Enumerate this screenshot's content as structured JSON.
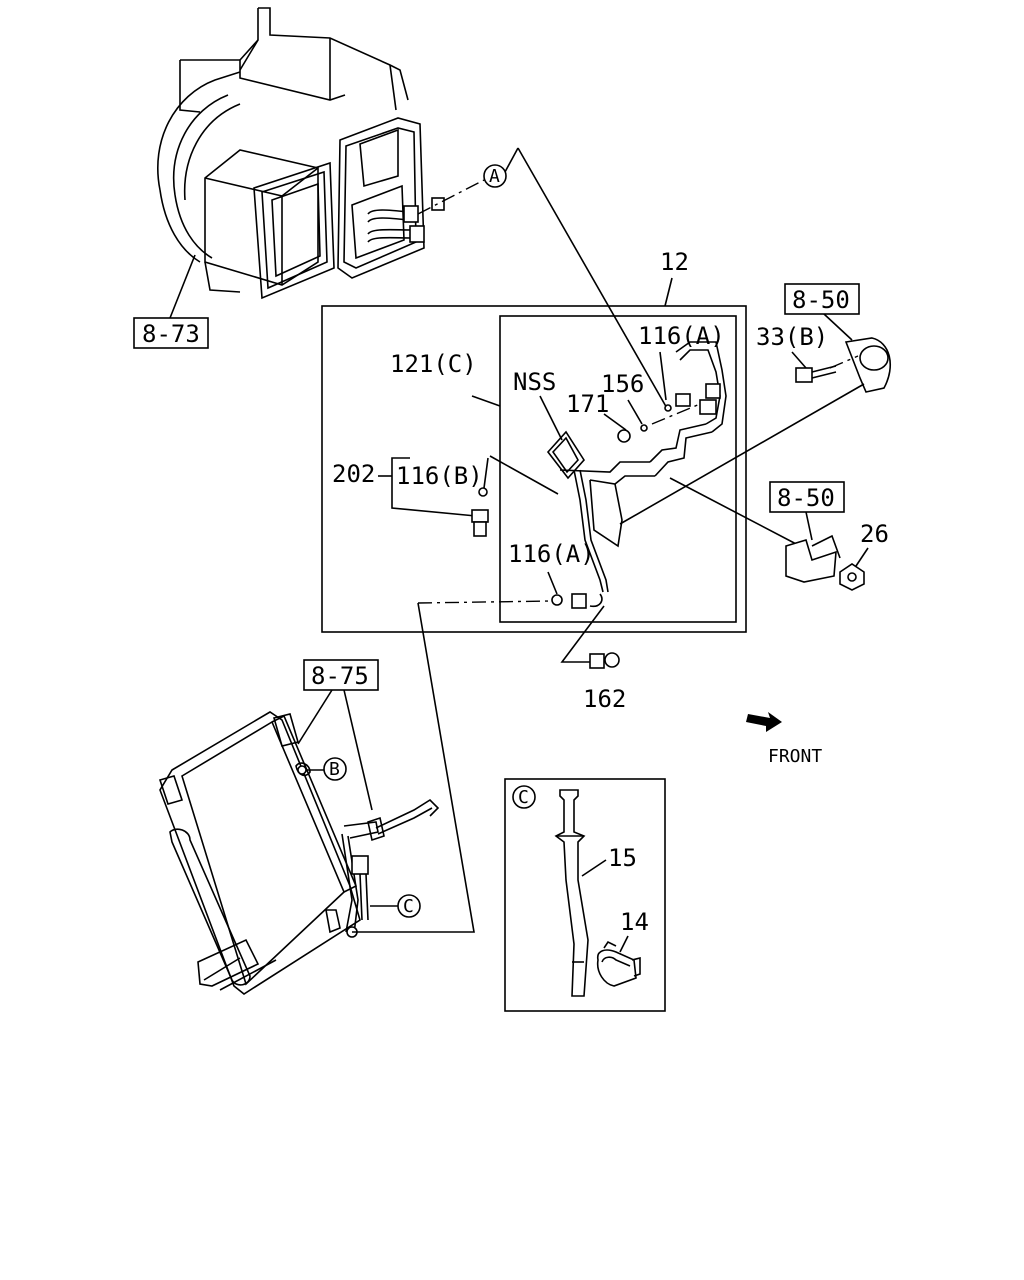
{
  "diagram": {
    "refs": {
      "r873": "8-73",
      "r850a": "8-50",
      "r850b": "8-50",
      "r875": "8-75"
    },
    "callouts": {
      "A": "A",
      "B": "B",
      "C": "C",
      "C_inset": "C"
    },
    "labels": {
      "p12": "12",
      "p116a_top": "116(A)",
      "p33b": "33(B)",
      "p121c": "121(C)",
      "nss": "NSS",
      "p156": "156",
      "p171": "171",
      "p202": "202",
      "p116b": "116(B)",
      "p26": "26",
      "p116a_bot": "116(A)",
      "p162": "162",
      "front": "FRONT",
      "p15": "15",
      "p14": "14"
    }
  }
}
